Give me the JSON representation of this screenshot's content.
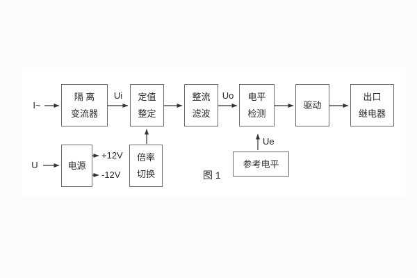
{
  "page": {
    "background": "#fcfcfc",
    "canvas_background": "#ffffff"
  },
  "figure": {
    "caption": "图 1",
    "inputs": {
      "current": "I~",
      "voltage": "U"
    },
    "signals": {
      "ui": "Ui",
      "uo": "Uo",
      "ue": "Ue"
    },
    "power_rails": {
      "positive": "+12V",
      "negative": "-12V"
    },
    "blocks": {
      "isolation_transformer": {
        "line1": "隔 离",
        "line2": "变流器"
      },
      "setting_adjustment": {
        "line1": "定值",
        "line2": "整定"
      },
      "rectify_filter": {
        "line1": "整流",
        "line2": "滤波"
      },
      "level_detect": {
        "line1": "电平",
        "line2": "检测"
      },
      "drive": {
        "label": "驱动"
      },
      "output_relay": {
        "line1": "出口",
        "line2": "继电器"
      },
      "power_supply": {
        "label": "电源"
      },
      "ratio_switch": {
        "line1": "倍率",
        "line2": "切换"
      },
      "reference_level": {
        "label": "参考电平"
      }
    },
    "colors": {
      "box_border": "#6b6b6b",
      "text": "#2b2b2b",
      "connector": "#333333"
    }
  }
}
